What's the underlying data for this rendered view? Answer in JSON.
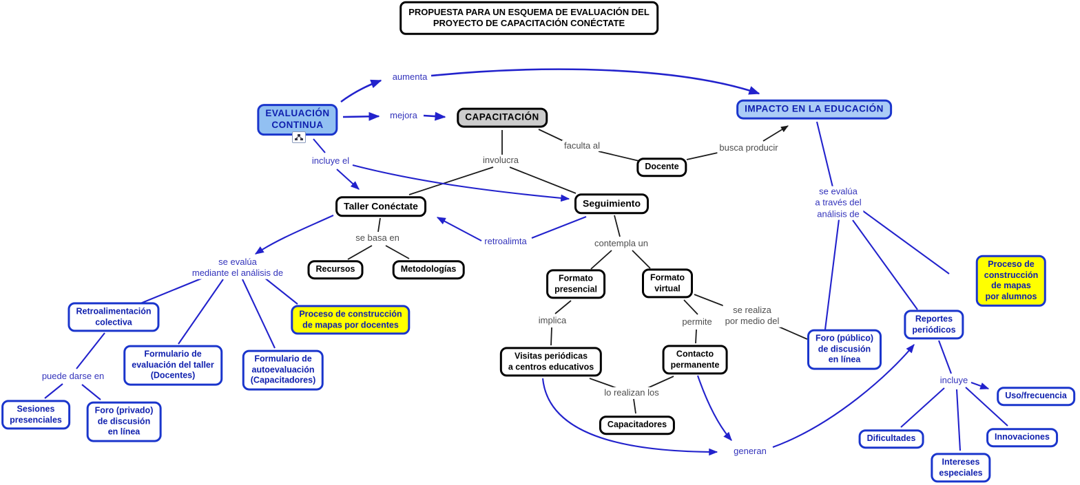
{
  "title": "PROPUESTA PARA UN ESQUEMA DE EVALUACIÓN DEL\nPROYECTO DE CAPACITACIÓN CONÉCTATE",
  "colors": {
    "line_blue": "#2222cc",
    "line_black": "#1a1a1a",
    "label_blue": "#3333bb",
    "label_dark": "#4d4d4d",
    "node_blue_border": "#1a35cc",
    "node_blue_text": "#1020ae",
    "fill_eval": "#92c0f2",
    "fill_impact": "#abccf6",
    "fill_gray": "#cccccc",
    "fill_yellow": "#ffff00"
  },
  "nodes": {
    "evaluacion": {
      "label": "EVALUACIÓN\nCONTINUA"
    },
    "capacitacion": {
      "label": "CAPACITACIÓN"
    },
    "impacto": {
      "label": "IMPACTO EN LA EDUCACIÓN"
    },
    "docente": {
      "label": "Docente"
    },
    "taller": {
      "label": "Taller Conéctate"
    },
    "seguimiento": {
      "label": "Seguimiento"
    },
    "recursos": {
      "label": "Recursos"
    },
    "metodologias": {
      "label": "Metodologías"
    },
    "formato_presencial": {
      "label": "Formato\npresencial"
    },
    "formato_virtual": {
      "label": "Formato\nvirtual"
    },
    "visitas": {
      "label": "Visitas periódicas\na centros educativos"
    },
    "contacto": {
      "label": "Contacto\npermanente"
    },
    "capacitadores": {
      "label": "Capacitadores"
    },
    "retro_colectiva": {
      "label": "Retroalimentación\ncolectiva"
    },
    "form_eval": {
      "label": "Formulario de\nevaluación del taller\n(Docentes)"
    },
    "form_auto": {
      "label": "Formulario de\nautoevaluación\n(Capacitadores)"
    },
    "proceso_docentes": {
      "label": "Proceso de construcción\nde mapas por docentes"
    },
    "sesiones": {
      "label": "Sesiones\npresenciales"
    },
    "foro_privado": {
      "label": "Foro (privado)\nde discusión\nen línea"
    },
    "proceso_alumnos": {
      "label": "Proceso de construcción\nde mapas por alumnos"
    },
    "foro_publico": {
      "label": "Foro (público)\nde discusión\nen línea"
    },
    "reportes": {
      "label": "Reportes\nperiódicos"
    },
    "uso": {
      "label": "Uso/frecuencia"
    },
    "dificultades": {
      "label": "Dificultades"
    },
    "innovaciones": {
      "label": "Innovaciones"
    },
    "intereses": {
      "label": "Intereses\nespeciales"
    }
  },
  "labels": {
    "aumenta": "aumenta",
    "mejora": "mejora",
    "incluye_el": "incluye el",
    "involucra": "involucra",
    "faculta_al": "faculta al",
    "busca_producir": "busca producir",
    "se_basa_en": "se basa en",
    "retroalimta": "retroalimta",
    "contempla_un": "contempla un",
    "se_evalua_mediante": "se evalúa\nmediante el análisis de",
    "puede_darse_en": "puede darse en",
    "implica": "implica",
    "permite": "permite",
    "se_realiza": "se realiza\npor medio del",
    "lo_realizan_los": "lo realizan los",
    "generan": "generan",
    "se_evalua_traves": "se evalúa\na través del\nanálisis de",
    "incluye": "incluye"
  }
}
